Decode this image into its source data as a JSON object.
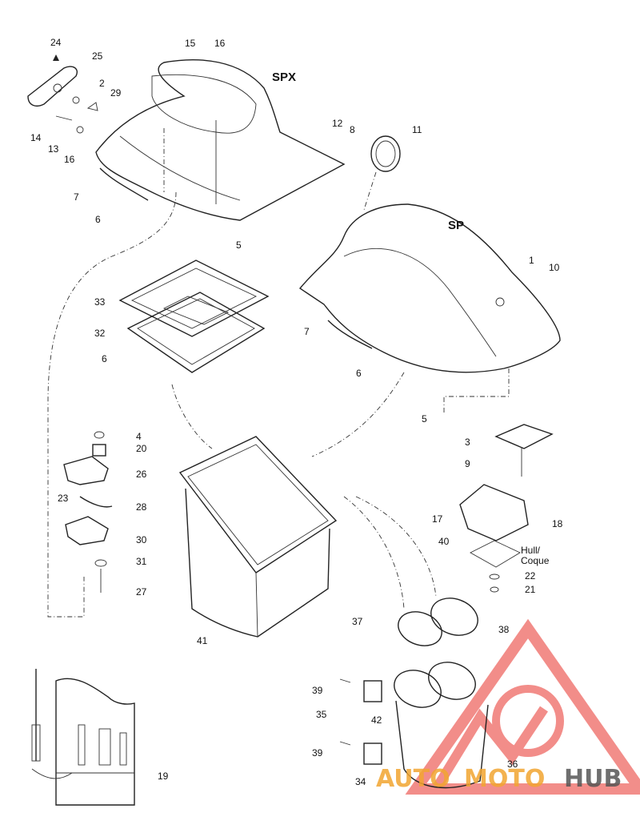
{
  "models": {
    "spx": "SPX",
    "sp": "SP"
  },
  "hull_label": {
    "line1": "Hull/",
    "line2": "Coque"
  },
  "callouts": {
    "c24": "24",
    "c25": "25",
    "c2": "2",
    "c29": "29",
    "c14": "14",
    "c13": "13",
    "c16a": "16",
    "c16b": "16",
    "c15": "15",
    "c12": "12",
    "c8": "8",
    "c11": "11",
    "c7a": "7",
    "c7b": "7",
    "c6a": "6",
    "c6b": "6",
    "c6c": "6",
    "c5a": "5",
    "c5b": "5",
    "c33": "33",
    "c32": "32",
    "c1": "1",
    "c10": "10",
    "c3": "3",
    "c9": "9",
    "c17": "17",
    "c18": "18",
    "c40": "40",
    "c22": "22",
    "c21": "21",
    "c4": "4",
    "c20": "20",
    "c26": "26",
    "c23": "23",
    "c28": "28",
    "c30": "30",
    "c31": "31",
    "c27": "27",
    "c41": "41",
    "c37": "37",
    "c38": "38",
    "c39a": "39",
    "c39b": "39",
    "c35": "35",
    "c42": "42",
    "c36": "36",
    "c34": "34",
    "c19": "19"
  },
  "watermark": {
    "auto": "AUTO",
    "moto": "MOTO",
    "hub": "HUB"
  },
  "colors": {
    "watermark_red": "#e8312a",
    "watermark_orange": "#f2a531",
    "watermark_gray": "#555555",
    "line": "#222222"
  }
}
